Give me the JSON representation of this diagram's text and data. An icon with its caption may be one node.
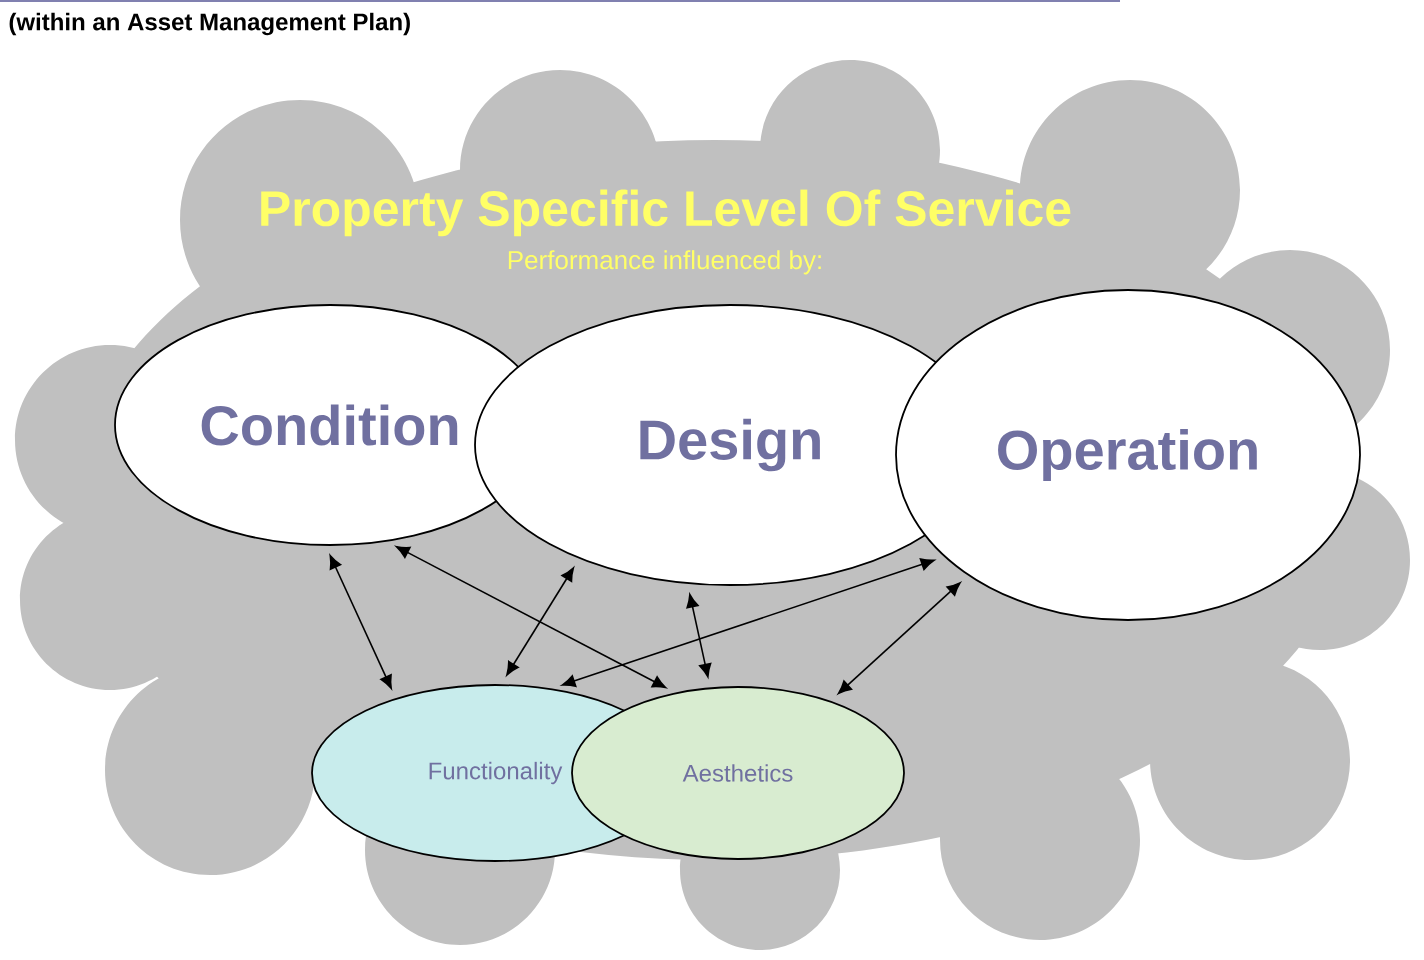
{
  "diagram": {
    "nodes": [
      {
        "text": [
          "Property Specific Level Of Service",
          "Performance  influenced by:"
        ]
      },
      {
        "text": [
          "Condition"
        ],
        "in": 0
      },
      {
        "text": [
          "Design"
        ],
        "in": 0
      },
      {
        "text": [
          "Operation"
        ],
        "in": 0
      },
      {
        "text": [
          "Functionality"
        ],
        "in": 0
      },
      {
        "text": [
          "Aesthetics"
        ],
        "in": 0
      }
    ],
    "edges": [
      {
        "from": 1,
        "to": 4,
        "arrow": "both"
      },
      {
        "from": 1,
        "to": 5,
        "arrow": "both"
      },
      {
        "from": 2,
        "to": 4,
        "arrow": "both"
      },
      {
        "from": 2,
        "to": 5,
        "arrow": "both"
      },
      {
        "from": 3,
        "to": 4,
        "arrow": "both"
      },
      {
        "from": 3,
        "to": 5,
        "arrow": "both"
      }
    ],
    "labels": [
      "(within an Asset Management Plan)"
    ]
  }
}
